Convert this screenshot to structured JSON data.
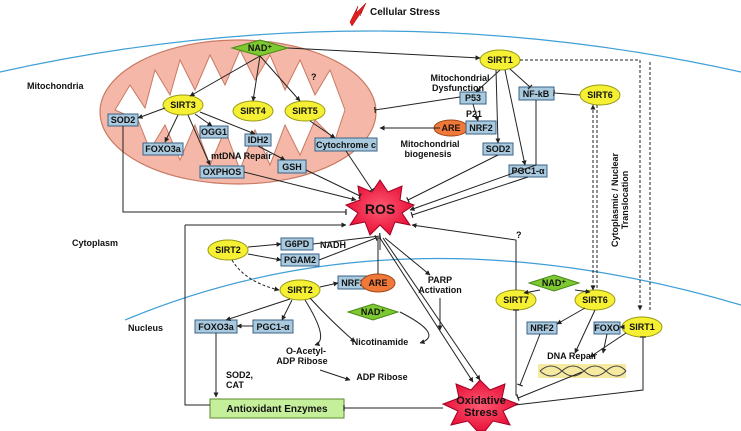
{
  "title": "Cellular Stress",
  "regions": {
    "mitochondria": "Mitochondria",
    "cytoplasm": "Cytoplasm",
    "nucleus": "Nucleus"
  },
  "mito": {
    "nad": "NAD⁺",
    "sirt3": "SIRT3",
    "sirt4": "SIRT4",
    "sirt5": "SIRT5",
    "sod2": "SOD2",
    "foxo3a": "FOXO3a",
    "ogg1": "OGG1",
    "idh2": "IDH2",
    "gsh": "GSH",
    "oxphos": "OXPHOS",
    "mtdna_repair": "mtDNA Repair",
    "cytochrome_c": "Cytochrome c",
    "question": "?"
  },
  "sirt1_top": {
    "sirt1": "SIRT1",
    "dysfunction": [
      "Mitochondrial",
      "Dysfunction"
    ],
    "p53": "P53",
    "nfkb": "NF-kB",
    "p21": "P21",
    "nrf2": "NRF2",
    "are": "ARE",
    "biogenesis": [
      "Mitochondrial",
      "biogenesis"
    ],
    "sod2": "SOD2",
    "pgc1a": "PGC1-α",
    "sirt6": "SIRT6"
  },
  "ros": "ROS",
  "cyto": {
    "sirt2": "SIRT2",
    "g6pd": "G6PD",
    "pgam2": "PGAM2",
    "nadh": "NADH",
    "question": "?",
    "parp": [
      "PARP",
      "Activation"
    ],
    "translocation": [
      "Cytoplasmic / Nuclear",
      "Translocation"
    ]
  },
  "nuc": {
    "sirt2": "SIRT2",
    "nrf2": "NRF2",
    "are": "ARE",
    "nad": "NAD⁺",
    "foxo3a": "FOXO3a",
    "pgc1a": "PGC1-α",
    "acetyl": [
      "O-Acetyl-",
      "ADP Ribose"
    ],
    "nicotinamide": "Nicotinamide",
    "adp_ribose": "ADP Ribose",
    "sod2_cat": [
      "SOD2,",
      "CAT"
    ],
    "antioxidant": "Antioxidant Enzymes",
    "sirt7": "SIRT7",
    "nad_right": "NAD⁺",
    "sirt6": "SIRT6",
    "nrf2_right": "NRF2",
    "foxo": "FOXO",
    "sirt1": "SIRT1",
    "dna_repair": "DNA Repair",
    "oxidative_stress": [
      "Oxidative",
      "Stress"
    ]
  },
  "colors": {
    "ros_fill": "#e8123a",
    "mito_fill": "#f5b8a8",
    "ellipse_fill": "#f5f033",
    "box_fill": "#a9c9de",
    "nad_fill": "#7ec832",
    "are_fill": "#f07838",
    "antioxidant_fill": "#c6ef9c",
    "membrane": "#3f9fd6"
  }
}
